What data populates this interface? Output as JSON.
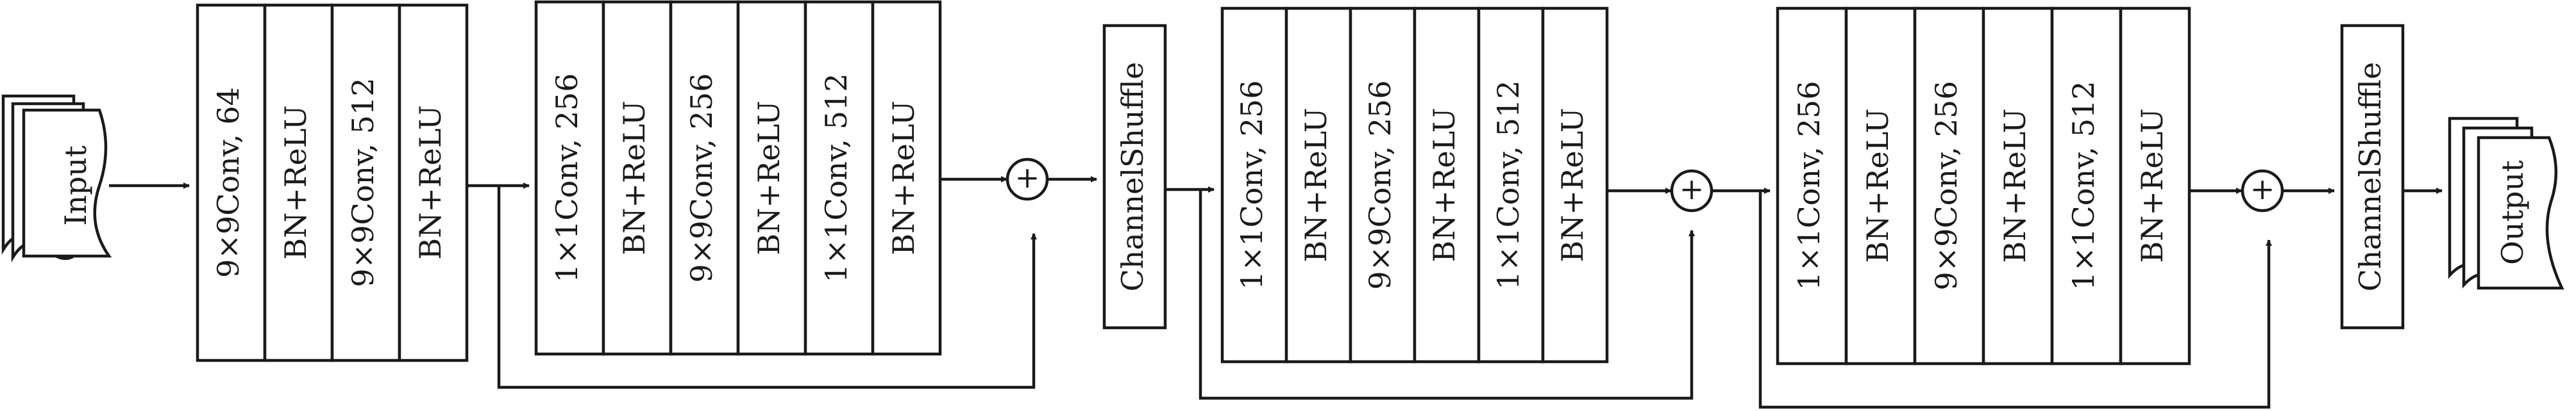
{
  "input_label": "Input",
  "output_label": "Output",
  "block1": [
    "9×9Conv, 64",
    "BN+ReLU",
    "9×9Conv, 512",
    "BN+ReLU"
  ],
  "block2": [
    "1×1Conv, 256",
    "BN+ReLU",
    "9×9Conv, 256",
    "BN+ReLU",
    "1×1Conv, 512",
    "BN+ReLU"
  ],
  "shuffle1": "ChannelShuffle",
  "block3": [
    "1×1Conv, 256",
    "BN+ReLU",
    "9×9Conv, 256",
    "BN+ReLU",
    "1×1Conv, 512",
    "BN+ReLU"
  ],
  "block4": [
    "1×1Conv, 256",
    "BN+ReLU",
    "9×9Conv, 256",
    "BN+ReLU",
    "1×1Conv, 512",
    "BN+ReLU"
  ],
  "shuffle2": "ChannelShuffle",
  "sum_symbol": "+"
}
